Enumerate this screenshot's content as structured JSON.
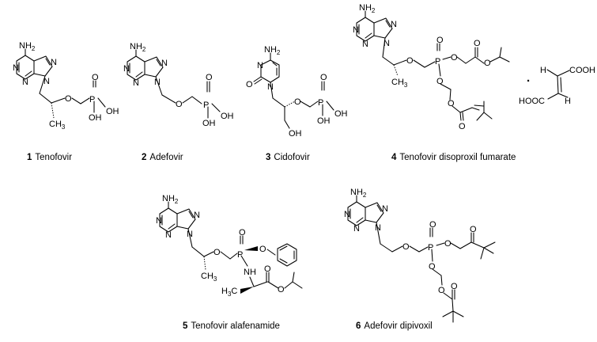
{
  "compounds": [
    {
      "number": "1",
      "name": "Tenofovir"
    },
    {
      "number": "2",
      "name": "Adefovir"
    },
    {
      "number": "3",
      "name": "Cidofovir"
    },
    {
      "number": "4",
      "name": "Tenofovir disoproxil fumarate"
    },
    {
      "number": "5",
      "name": "Tenofovir alafenamide"
    },
    {
      "number": "6",
      "name": "Adefovir dipivoxil"
    }
  ],
  "atoms": {
    "nh2_n": "NH",
    "nh2_2": "2",
    "n": "N",
    "o": "O",
    "p": "P",
    "oh": "OH",
    "ch3_c": "CH",
    "ch3_3": "3",
    "h": "H",
    "cooh": "COOH",
    "hooc": "HOOC",
    "nh": "NH",
    "h3c_h": "H",
    "h3c_3": "3",
    "h3c_c": "C",
    "dot": "·"
  },
  "colors": {
    "ink": "#000000",
    "background": "#ffffff"
  }
}
